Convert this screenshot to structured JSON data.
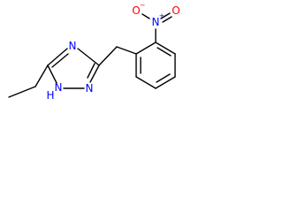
{
  "molecule": {
    "atoms": {
      "n4": "N",
      "n1": "N",
      "n1_h": "H",
      "n2": "N",
      "nitro_n": "N",
      "nitro_n_charge": "+",
      "nitro_o1": "O",
      "nitro_o1_charge": "−",
      "nitro_o2": "O"
    },
    "colors": {
      "nitrogen": "#0000ff",
      "oxygen": "#ff0000",
      "bond": "#000000"
    }
  }
}
